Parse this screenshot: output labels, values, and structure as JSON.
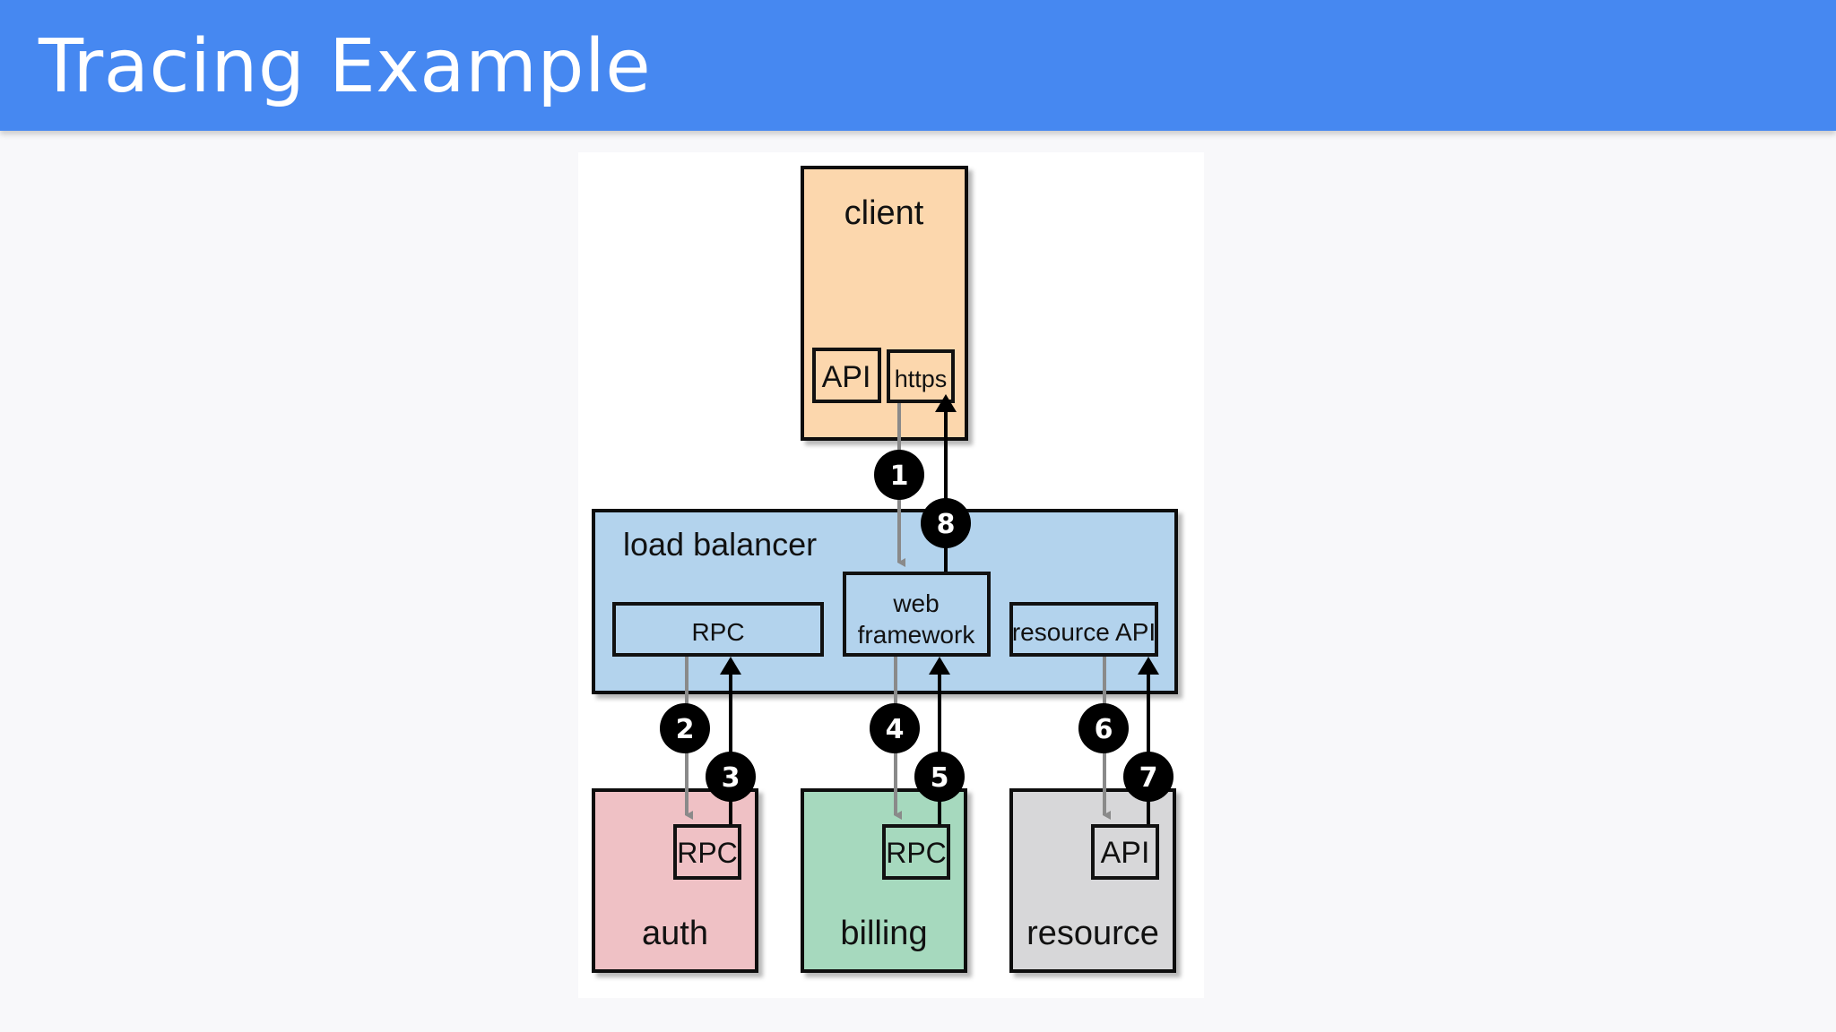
{
  "slide": {
    "title": "Tracing Example"
  },
  "diagram": {
    "client": {
      "label": "client",
      "api": "API",
      "https": "https",
      "color": "#fcd7ad"
    },
    "load_balancer": {
      "label": "load balancer",
      "rpc": "RPC",
      "web_framework_line1": "web",
      "web_framework_line2": "framework",
      "resource_api": "resource API",
      "color": "#b3d3ed"
    },
    "auth": {
      "label": "auth",
      "rpc": "RPC",
      "color": "#efc1c5"
    },
    "billing": {
      "label": "billing",
      "rpc": "RPC",
      "color": "#a6d9be"
    },
    "resource": {
      "label": "resource",
      "api": "API",
      "color": "#d7d7d9"
    },
    "steps": [
      "1",
      "2",
      "3",
      "4",
      "5",
      "6",
      "7",
      "8"
    ],
    "colors": {
      "request_arrow": "#8a8a8a",
      "response_arrow": "#000000",
      "badge": "#000000",
      "header": "#4688f1"
    }
  }
}
